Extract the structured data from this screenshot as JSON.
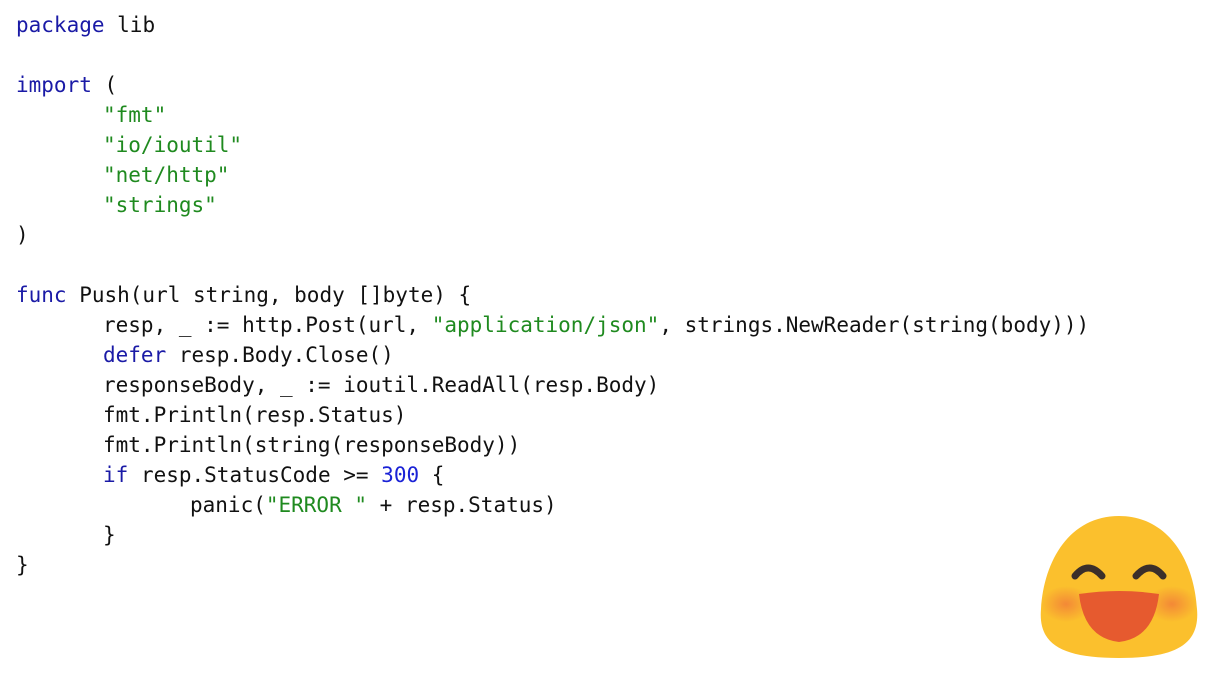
{
  "code": {
    "lines": [
      [
        "package",
        " lib"
      ],
      [
        ""
      ],
      [
        "import",
        " ("
      ],
      [
        "\"fmt\""
      ],
      [
        "\"io/ioutil\""
      ],
      [
        "\"net/http\""
      ],
      [
        "\"strings\""
      ],
      [
        ")"
      ],
      [
        ""
      ],
      [
        "func",
        " Push(url string, body []byte) {"
      ],
      [
        "resp, _ := http.Post(url, ",
        "\"application/json\"",
        ", strings.NewReader(string(body)))"
      ],
      [
        "defer",
        " resp.Body.Close()"
      ],
      [
        "responseBody, _ := ioutil.ReadAll(resp.Body)"
      ],
      [
        "fmt.Println(resp.Status)"
      ],
      [
        "fmt.Println(string(responseBody))"
      ],
      [
        "if",
        " resp.StatusCode >= ",
        "300",
        " {"
      ],
      [
        "panic(",
        "\"ERROR \"",
        " + resp.Status)"
      ],
      [
        "}"
      ],
      [
        "}"
      ]
    ]
  },
  "colors": {
    "keyword": "#1a1aa6",
    "string": "#1f8a1f",
    "number": "#1a22d6",
    "text": "#111111"
  },
  "emoji": {
    "icon": "grinning-face-with-smiling-eyes-icon"
  }
}
